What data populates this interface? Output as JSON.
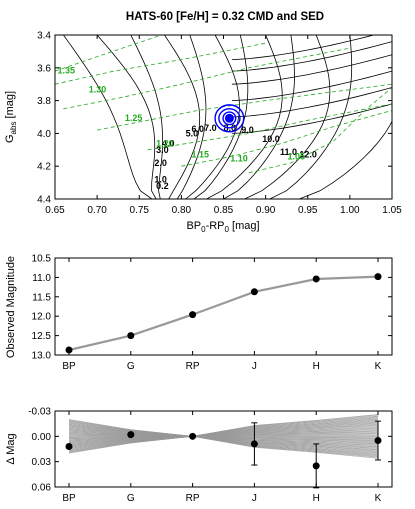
{
  "title": "HATS-60 [Fe/H] = 0.32 CMD and SED",
  "colors": {
    "black_track": "#000000",
    "green_track": "#22aa22",
    "model_band": "#999999",
    "star_marker": "#0000ff"
  },
  "chart_data": [
    {
      "type": "line",
      "panel": "cmd",
      "xlabel_parts": [
        "BP",
        "0",
        "-RP",
        "0",
        " [mag]"
      ],
      "ylabel_parts": [
        "G",
        "abs",
        " [mag]"
      ],
      "xlim": [
        0.65,
        1.05
      ],
      "ylim": [
        4.4,
        3.4
      ],
      "y_inverted": true,
      "grid": false,
      "x_ticks": [
        "0.65",
        "0.70",
        "0.75",
        "0.80",
        "0.85",
        "0.90",
        "0.95",
        "1.00",
        "1.05"
      ],
      "x_tick_values": [
        0.65,
        0.7,
        0.75,
        0.8,
        0.85,
        0.9,
        0.95,
        1.0,
        1.05
      ],
      "y_ticks": [
        "3.4",
        "3.6",
        "3.8",
        "4.0",
        "4.2",
        "4.4"
      ],
      "y_tick_values": [
        3.4,
        3.6,
        3.8,
        4.0,
        4.2,
        4.4
      ],
      "age_labels": [
        {
          "text": "0.2",
          "x": 0.77,
          "y": 4.34
        },
        {
          "text": "1.0",
          "x": 0.768,
          "y": 4.3
        },
        {
          "text": "2.0",
          "x": 0.768,
          "y": 4.2
        },
        {
          "text": "3.0",
          "x": 0.77,
          "y": 4.12
        },
        {
          "text": "4.0",
          "x": 0.777,
          "y": 4.08
        },
        {
          "text": "5.0",
          "x": 0.805,
          "y": 4.02
        },
        {
          "text": "6.0",
          "x": 0.812,
          "y": 3.99
        },
        {
          "text": "7.0",
          "x": 0.827,
          "y": 3.985
        },
        {
          "text": "8.0",
          "x": 0.85,
          "y": 3.985
        },
        {
          "text": "9.0",
          "x": 0.871,
          "y": 3.998
        },
        {
          "text": "10.0",
          "x": 0.896,
          "y": 4.052
        },
        {
          "text": "11.0",
          "x": 0.917,
          "y": 4.132
        },
        {
          "text": "12.0",
          "x": 0.94,
          "y": 4.148
        }
      ],
      "mass_labels": [
        {
          "text": "1.35",
          "x": 0.653,
          "y": 3.635
        },
        {
          "text": "1.30",
          "x": 0.69,
          "y": 3.752
        },
        {
          "text": "1.25",
          "x": 0.733,
          "y": 3.923
        },
        {
          "text": "1.20",
          "x": 0.77,
          "y": 4.08
        },
        {
          "text": "1.15",
          "x": 0.812,
          "y": 4.148
        },
        {
          "text": "1.10",
          "x": 0.858,
          "y": 4.172
        },
        {
          "text": "1.05",
          "x": 0.926,
          "y": 4.158
        }
      ],
      "star": {
        "x": 0.857,
        "y": 3.908,
        "contours": [
          [
            0.0075,
            0.038
          ],
          [
            0.0125,
            0.058
          ],
          [
            0.017,
            0.082
          ]
        ]
      }
    },
    {
      "type": "line",
      "panel": "sed",
      "categories": [
        "BP",
        "G",
        "RP",
        "J",
        "H",
        "K"
      ],
      "ylabel": "Observed Magnitude",
      "ylim": [
        13.0,
        10.5
      ],
      "y_inverted": true,
      "y_ticks": [
        "10.5",
        "11.0",
        "11.5",
        "12.0",
        "12.5",
        "13.0"
      ],
      "y_tick_values": [
        10.5,
        11.0,
        11.5,
        12.0,
        12.5,
        13.0
      ],
      "series": [
        {
          "values": [
            12.87,
            12.5,
            11.96,
            11.37,
            11.04,
            10.98
          ],
          "markers": true
        }
      ]
    },
    {
      "type": "scatter",
      "panel": "residual",
      "categories": [
        "BP",
        "G",
        "RP",
        "J",
        "H",
        "K"
      ],
      "ylabel": "Δ Mag",
      "ylim": [
        0.06,
        -0.03
      ],
      "y_inverted": true,
      "y_ticks": [
        "-0.03",
        "0.00",
        "0.03",
        "0.06"
      ],
      "y_tick_values": [
        -0.03,
        0.0,
        0.03,
        0.06
      ],
      "values": [
        0.012,
        -0.002,
        0.0,
        0.009,
        0.035,
        0.005
      ],
      "errors": [
        0.0,
        0.0,
        0.0,
        0.025,
        0.026,
        0.023
      ],
      "model_spread": [
        0.02,
        0.008,
        0.0,
        0.013,
        0.019,
        0.026
      ]
    }
  ]
}
